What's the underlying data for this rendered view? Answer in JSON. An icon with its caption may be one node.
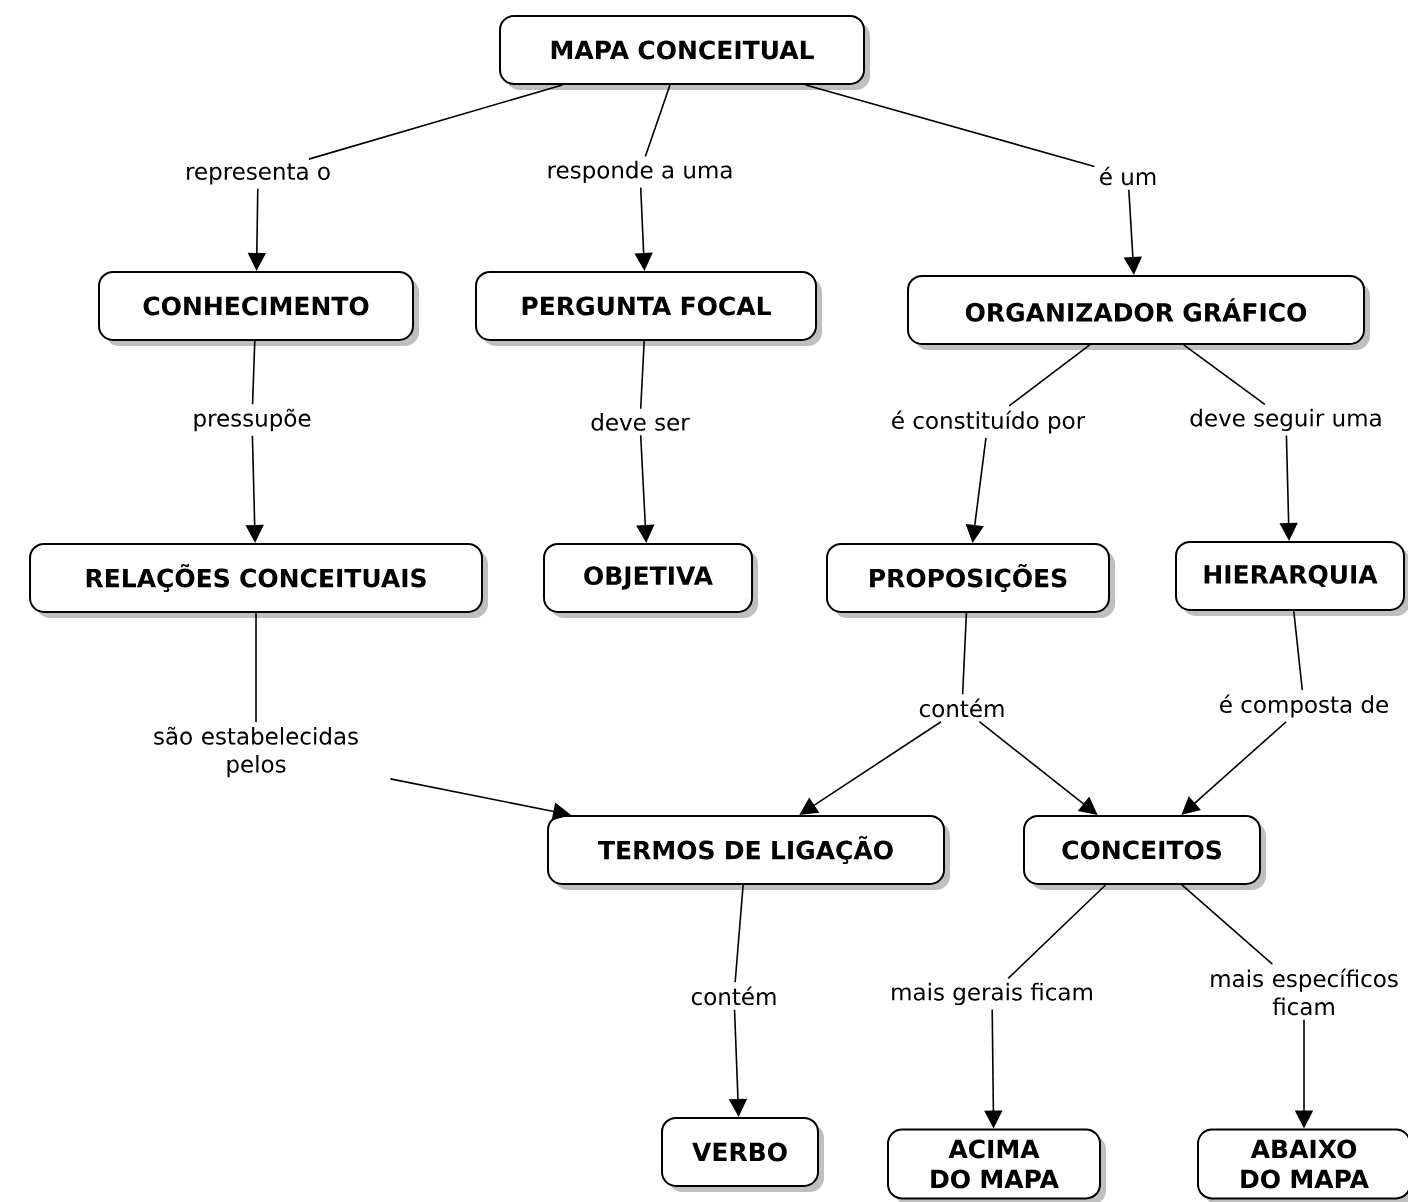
{
  "diagram": {
    "nodes": [
      {
        "text": [
          "MAPA CONCEITUAL"
        ]
      },
      {
        "text": [
          "representa o"
        ]
      },
      {
        "text": [
          "responde a uma"
        ]
      },
      {
        "text": [
          "é um"
        ]
      },
      {
        "text": [
          "CONHECIMENTO"
        ]
      },
      {
        "text": [
          "PERGUNTA FOCAL"
        ]
      },
      {
        "text": [
          "ORGANIZADOR GRÁFICO"
        ]
      },
      {
        "text": [
          "pressupõe"
        ]
      },
      {
        "text": [
          "deve ser"
        ]
      },
      {
        "text": [
          "é constituído por"
        ]
      },
      {
        "text": [
          "deve seguir uma"
        ]
      },
      {
        "text": [
          "RELAÇÕES CONCEITUAIS"
        ]
      },
      {
        "text": [
          "OBJETIVA"
        ]
      },
      {
        "text": [
          "PROPOSIÇÕES"
        ]
      },
      {
        "text": [
          "HIERARQUIA"
        ]
      },
      {
        "text": [
          "contém"
        ]
      },
      {
        "text": [
          "é composta de"
        ]
      },
      {
        "text": [
          "são estabelecidas pelos"
        ]
      },
      {
        "text": [
          "TERMOS DE LIGAÇÃO"
        ]
      },
      {
        "text": [
          "CONCEITOS"
        ]
      },
      {
        "text": [
          "contém"
        ]
      },
      {
        "text": [
          "mais gerais ficam"
        ]
      },
      {
        "text": [
          "mais específicos ficam"
        ]
      },
      {
        "text": [
          "VERBO"
        ]
      },
      {
        "text": [
          "ACIMA DO MAPA"
        ]
      },
      {
        "text": [
          "ABAIXO DO MAPA"
        ]
      }
    ],
    "edges": [
      {
        "from": 0,
        "to": 1,
        "arrow": "none"
      },
      {
        "from": 1,
        "to": 4,
        "arrow": "to"
      },
      {
        "from": 0,
        "to": 2,
        "arrow": "none"
      },
      {
        "from": 2,
        "to": 5,
        "arrow": "to"
      },
      {
        "from": 0,
        "to": 3,
        "arrow": "none"
      },
      {
        "from": 3,
        "to": 6,
        "arrow": "to"
      },
      {
        "from": 4,
        "to": 7,
        "arrow": "none"
      },
      {
        "from": 7,
        "to": 11,
        "arrow": "to"
      },
      {
        "from": 5,
        "to": 8,
        "arrow": "none"
      },
      {
        "from": 8,
        "to": 12,
        "arrow": "to"
      },
      {
        "from": 6,
        "to": 9,
        "arrow": "none"
      },
      {
        "from": 9,
        "to": 13,
        "arrow": "to"
      },
      {
        "from": 6,
        "to": 10,
        "arrow": "none"
      },
      {
        "from": 10,
        "to": 14,
        "arrow": "to"
      },
      {
        "from": 13,
        "to": 15,
        "arrow": "none"
      },
      {
        "from": 15,
        "to": 18,
        "arrow": "to"
      },
      {
        "from": 15,
        "to": 19,
        "arrow": "to"
      },
      {
        "from": 14,
        "to": 16,
        "arrow": "none"
      },
      {
        "from": 16,
        "to": 19,
        "arrow": "to"
      },
      {
        "from": 11,
        "to": 17,
        "arrow": "none"
      },
      {
        "from": 17,
        "to": 18,
        "arrow": "to"
      },
      {
        "from": 18,
        "to": 20,
        "arrow": "none"
      },
      {
        "from": 20,
        "to": 23,
        "arrow": "to"
      },
      {
        "from": 19,
        "to": 21,
        "arrow": "none"
      },
      {
        "from": 21,
        "to": 24,
        "arrow": "to"
      },
      {
        "from": 19,
        "to": 22,
        "arrow": "none"
      },
      {
        "from": 22,
        "to": 25,
        "arrow": "to"
      }
    ]
  }
}
